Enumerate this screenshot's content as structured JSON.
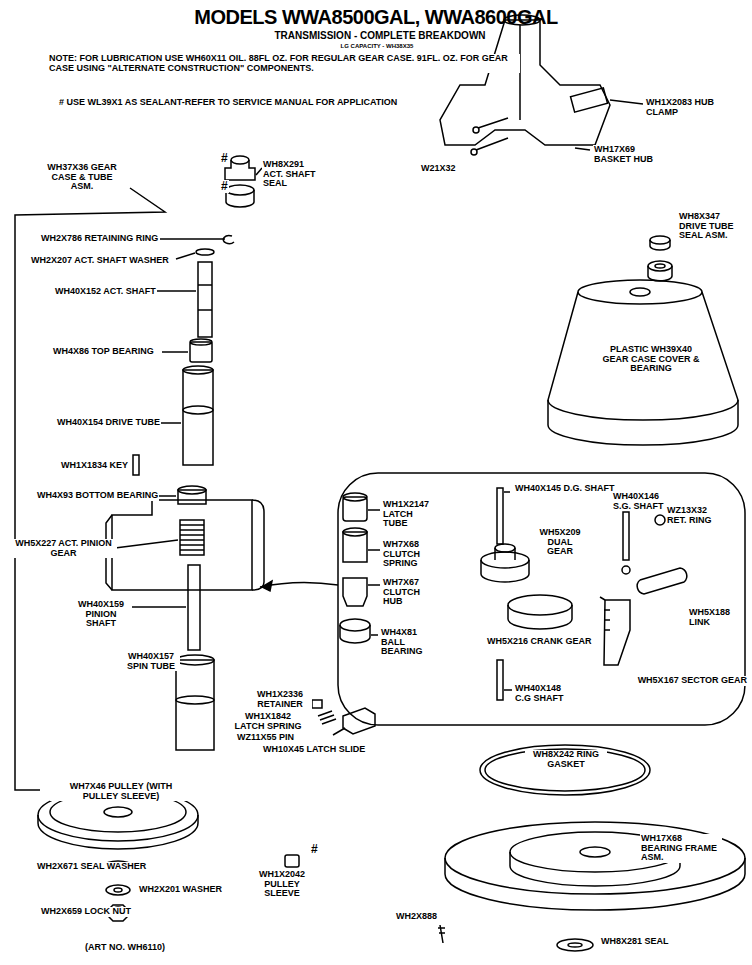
{
  "diagram": {
    "title": "MODELS WWA8500GAL, WWA8600GAL",
    "labels": [
      "TRANSMISSION - COMPLETE BREAKDOWN",
      "LG CAPACITY - WH38X35",
      "NOTE: FOR LUBRICATION USE WH60X11 OIL. 88FL OZ. FOR REGULAR GEAR CASE. 91FL. OZ. FOR GEAR CASE USING \"ALTERNATE CONSTRUCTION\" COMPONENTS.",
      "# USE WL39X1 AS SEALANT-REFER TO SERVICE MANUAL FOR APPLICATION",
      "#",
      "#",
      "WH8X291 ACT. SHAFT SEAL",
      "WH37X36 GEAR CASE & TUBE ASM.",
      "WH2X786 RETAINING RING",
      "WH2X207 ACT. SHAFT WASHER",
      "WH40X152 ACT. SHAFT",
      "WH4X86 TOP BEARING",
      "WH40X154 DRIVE TUBE",
      "WH1X1834 KEY",
      "WH4X93 BOTTOM BEARING",
      "WH5X227 ACT. PINION GEAR",
      "WH40X159 PINION SHAFT",
      "WH40X157 SPIN TUBE",
      "WH1X2336 RETAINER",
      "WH1X1842 LATCH SPRING",
      "WZ11X55 PIN",
      "WH10X45 LATCH SLIDE",
      "WH7X46 PULLEY (WITH PULLEY SLEEVE)",
      "WH2X671 SEAL WASHER",
      "WH1X2042 PULLEY SLEEVE",
      "#",
      "WH2X201 WASHER",
      "WH2X659 LOCK NUT",
      "(ART NO. WH6110)",
      "WH1X2083 HUB CLAMP",
      "WH17X69 BASKET HUB",
      "W21X32",
      "WH8X347 DRIVE TUBE SEAL ASM.",
      "PLASTIC WH39X40 GEAR CASE COVER & BEARING",
      "WH1X2147 LATCH TUBE",
      "WH7X68 CLUTCH SPRING",
      "WH7X67 CLUTCH HUB",
      "WH4X81 BALL BEARING",
      "WH40X145 D.G. SHAFT",
      "WH5X209 DUAL GEAR",
      "WH40X146 S.G. SHAFT",
      "WZ13X32 RET. RING",
      "WH5X188 LINK",
      "WH5X216 CRANK GEAR",
      "WH40X148 C.G SHAFT",
      "WH5X167 SECTOR GEAR",
      "WH8X242 RING GASKET",
      "WH17X68 BEARING FRAME ASM.",
      "WH2X888",
      "WH8X281 SEAL"
    ]
  }
}
